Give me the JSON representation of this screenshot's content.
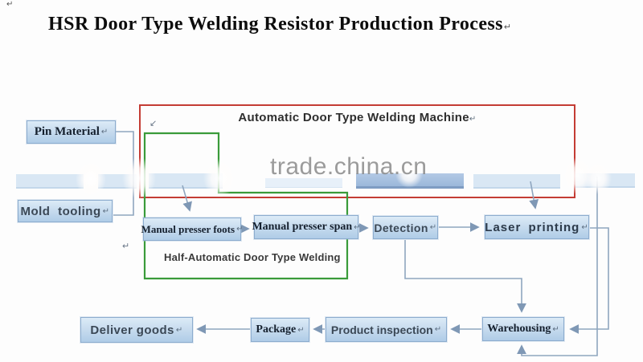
{
  "page": {
    "title": "HSR Door Type Welding Resistor Production Process",
    "corner_mark": "↵",
    "return_mark": "↵",
    "green_corner_mark": "↙"
  },
  "watermark": {
    "text": "trade.china.cn"
  },
  "groups": {
    "automatic": {
      "label": "Automatic Door Type Welding Machine"
    },
    "half_automatic": {
      "label": "Half-Automatic Door Type Welding"
    }
  },
  "nodes": {
    "pin_material": {
      "label": "Pin Material"
    },
    "mold_tooling": {
      "label": "Mold tooling"
    },
    "manual_presser_foots": {
      "label": "Manual presser foots"
    },
    "manual_presser_span": {
      "label": "Manual presser span"
    },
    "detection": {
      "label": "Detection"
    },
    "laser_printing": {
      "label": "Laser printing"
    },
    "warehousing": {
      "label": "Warehousing"
    },
    "product_inspection": {
      "label": "Product inspection"
    },
    "package": {
      "label": "Package"
    },
    "deliver_goods": {
      "label": "Deliver goods"
    }
  },
  "edges": [
    {
      "from": "pin-material",
      "to": "automatic-door-type-welding-machine"
    },
    {
      "from": "mold-tooling",
      "to": "automatic-door-type-welding-machine"
    },
    {
      "from": "automatic-door-type-welding-machine",
      "to": "manual-presser-foots"
    },
    {
      "from": "automatic-door-type-welding-machine",
      "to": "laser-printing"
    },
    {
      "from": "manual-presser-foots",
      "to": "manual-presser-span"
    },
    {
      "from": "manual-presser-span",
      "to": "detection"
    },
    {
      "from": "detection",
      "to": "laser-printing"
    },
    {
      "from": "detection",
      "to": "warehousing"
    },
    {
      "from": "laser-printing",
      "to": "warehousing"
    },
    {
      "from": "warehousing",
      "to": "product-inspection"
    },
    {
      "from": "product-inspection",
      "to": "package"
    },
    {
      "from": "package",
      "to": "deliver-goods"
    }
  ],
  "colors": {
    "automatic_frame": "#c43c34",
    "half_automatic_frame": "#3a9b3a",
    "connector": "#8fa6bf",
    "node_border": "#8cacce",
    "node_fill_top": "#dcebf7",
    "node_fill_bottom": "#afcce7",
    "watermark_text": "#8a8a8a",
    "watermark_bar_dark": "#9bb8da"
  }
}
